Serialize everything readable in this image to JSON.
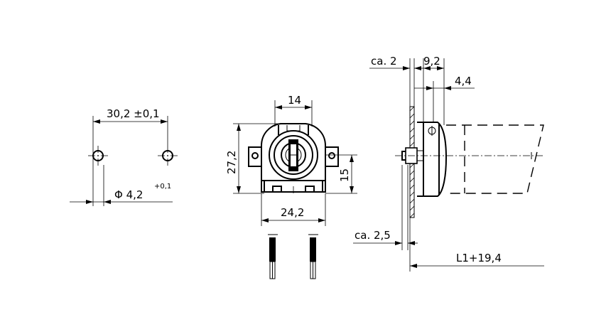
{
  "dimensions": {
    "hole_spacing": "30,2 ±0,1",
    "hole_diameter": "Φ 4,2",
    "hole_tolerance": "+0,1",
    "width_top": "14",
    "height_total": "27,2",
    "height_center": "15",
    "width_bottom": "24,2",
    "offset_ca2": "ca. 2",
    "depth": "9,2",
    "depth_inner": "4,4",
    "offset_ca25": "ca. 2,5",
    "length": "L1+19,4"
  }
}
